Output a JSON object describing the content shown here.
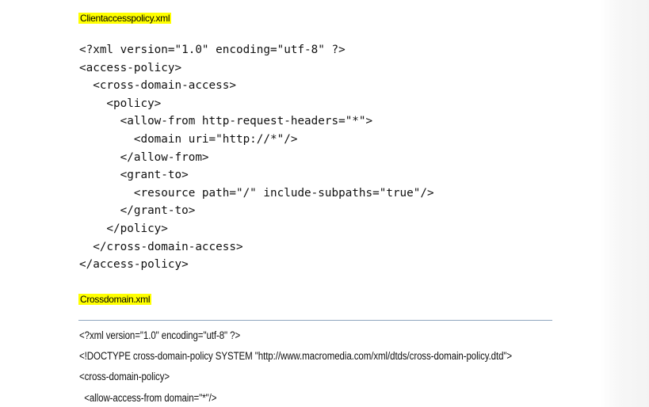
{
  "sections": [
    {
      "label": "Clientaccesspolicy.xml",
      "lines": [
        "<?xml version=\"1.0\" encoding=\"utf-8\" ?>",
        "<access-policy>",
        "  <cross-domain-access>",
        "    <policy>",
        "      <allow-from http-request-headers=\"*\">",
        "        <domain uri=\"http://*\"/>",
        "      </allow-from>",
        "      <grant-to>",
        "        <resource path=\"/\" include-subpaths=\"true\"/>",
        "      </grant-to>",
        "    </policy>",
        "  </cross-domain-access>",
        "</access-policy>"
      ]
    },
    {
      "label": "Crossdomain.xml",
      "lines": [
        "<?xml version=\"1.0\" encoding=\"utf-8\" ?>",
        "<!DOCTYPE cross-domain-policy SYSTEM \"http://www.macromedia.com/xml/dtds/cross-domain-policy.dtd\">",
        "<cross-domain-policy>",
        "  <allow-access-from domain=\"*\"/>"
      ]
    }
  ]
}
